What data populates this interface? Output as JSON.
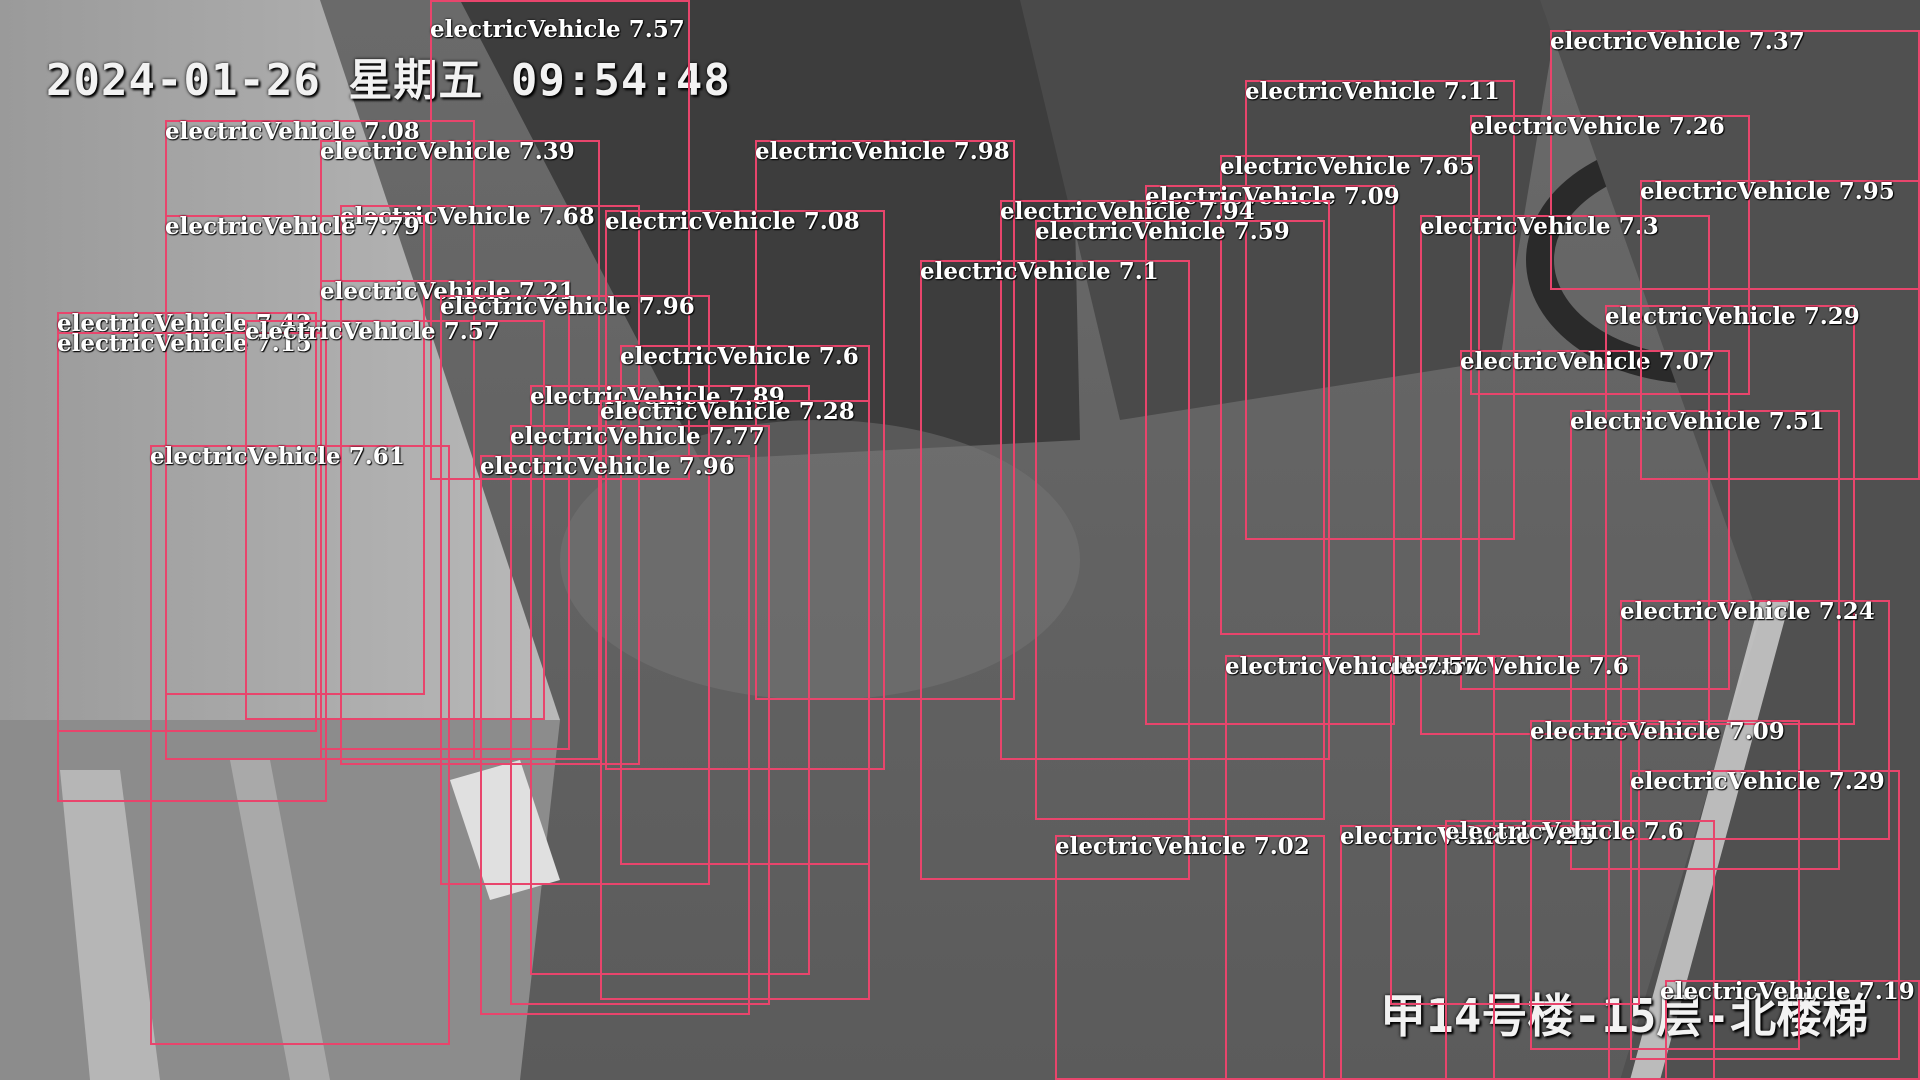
{
  "camera": {
    "timestamp": "2024-01-26  星期五  09:54:48",
    "location": "甲14号楼-15层-北楼梯"
  },
  "colors": {
    "box": "#e8456c",
    "label": "#ffffff"
  },
  "detections": {
    "class": "electricVehicle",
    "scores": [
      "7.57",
      "7.08",
      "7.39",
      "7.98",
      "7.11",
      "7.37",
      "7.26",
      "7.65",
      "7.09",
      "7.68",
      "7.79",
      "7.08",
      "7.94",
      "7.59",
      "7.3",
      "7.1",
      "7.21",
      "7.96",
      "7.42",
      "7.15",
      "7.57",
      "7.6",
      "7.07",
      "7.29",
      "7.89",
      "7.28",
      "7.77",
      "7.61",
      "7.96",
      "7.51",
      "7.24",
      "7.6",
      "7.57",
      "7.09",
      "7.29",
      "7.02",
      "7.25",
      "7.6",
      "7.19",
      "7.95"
    ]
  }
}
